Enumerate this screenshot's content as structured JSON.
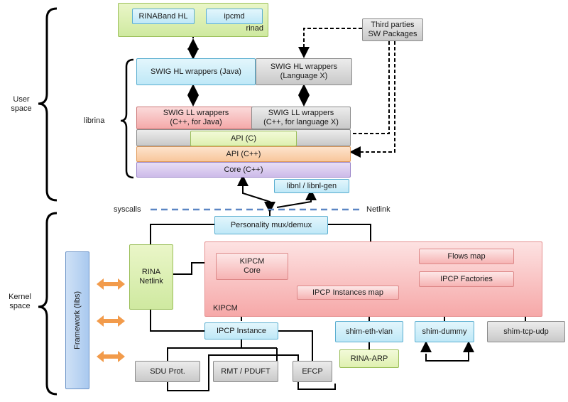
{
  "labels": {
    "user_space": "User\nspace",
    "kernel_space": "Kernel\nspace",
    "librina": "librina",
    "rinad": "rinad",
    "syscalls": "syscalls",
    "netlink": "Netlink",
    "kipcm": "KIPCM"
  },
  "boxes": {
    "rinaband_hl": "RINABand HL",
    "ipcmd": "ipcmd",
    "third_parties": "Third parties\nSW Packages",
    "swig_hl_java": "SWIG HL wrappers (Java)",
    "swig_hl_x": "SWIG HL wrappers\n(Language X)",
    "swig_ll_java": "SWIG LL wrappers\n(C++, for Java)",
    "swig_ll_x": "SWIG LL wrappers\n(C++, for language X)",
    "api_c": "API (C)",
    "api_cpp": "API (C++)",
    "core_cpp": "Core (C++)",
    "libnl": "libnl / libnl-gen",
    "personality": "Personality mux/demux",
    "rina_netlink": "RINA\nNetlink",
    "kipcm_core": "KIPCM\nCore",
    "flows_map": "Flows map",
    "ipcp_factories": "IPCP Factories",
    "ipcp_instances_map": "IPCP Instances map",
    "ipcp_instance": "IPCP Instance",
    "shim_eth_vlan": "shim-eth-vlan",
    "shim_dummy": "shim-dummy",
    "shim_tcp_udp": "shim-tcp-udp",
    "rina_arp": "RINA-ARP",
    "sdu_prot": "SDU Prot.",
    "rmt_pduft": "RMT / PDUFT",
    "efcp": "EFCP",
    "framework": "Framework (libs)"
  }
}
